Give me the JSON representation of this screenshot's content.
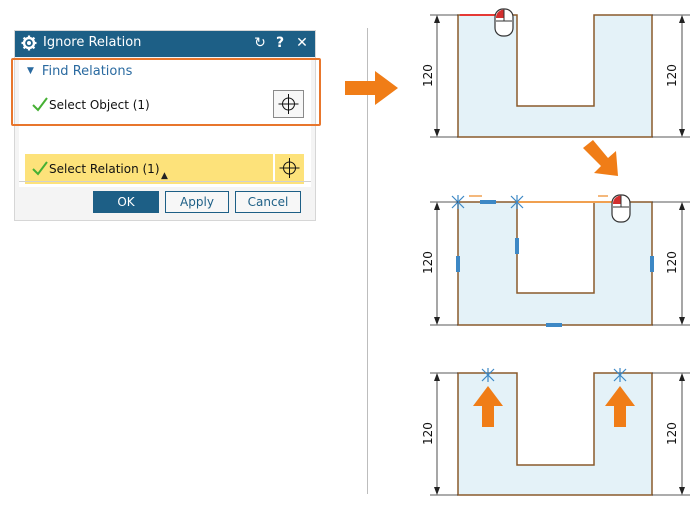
{
  "dialog": {
    "title": "Ignore Relation",
    "title_buttons": [
      "↻",
      "?",
      "✕"
    ],
    "section": "Find Relations",
    "rows": [
      {
        "label": "Select Object (1)"
      },
      {
        "label": "Select Relation (1)"
      }
    ],
    "buttons": {
      "ok": "OK",
      "apply": "Apply",
      "cancel": "Cancel"
    }
  },
  "figure": {
    "dimension_label": "120"
  },
  "colors": {
    "titlebar": "#1d5f86",
    "highlight": "#e8762c",
    "selected_row": "#fde27a",
    "shape_fill": "#e4f2f8",
    "shape_edge": "#8a5a2b",
    "constraint": "#3d88c5",
    "check": "#46b034"
  }
}
